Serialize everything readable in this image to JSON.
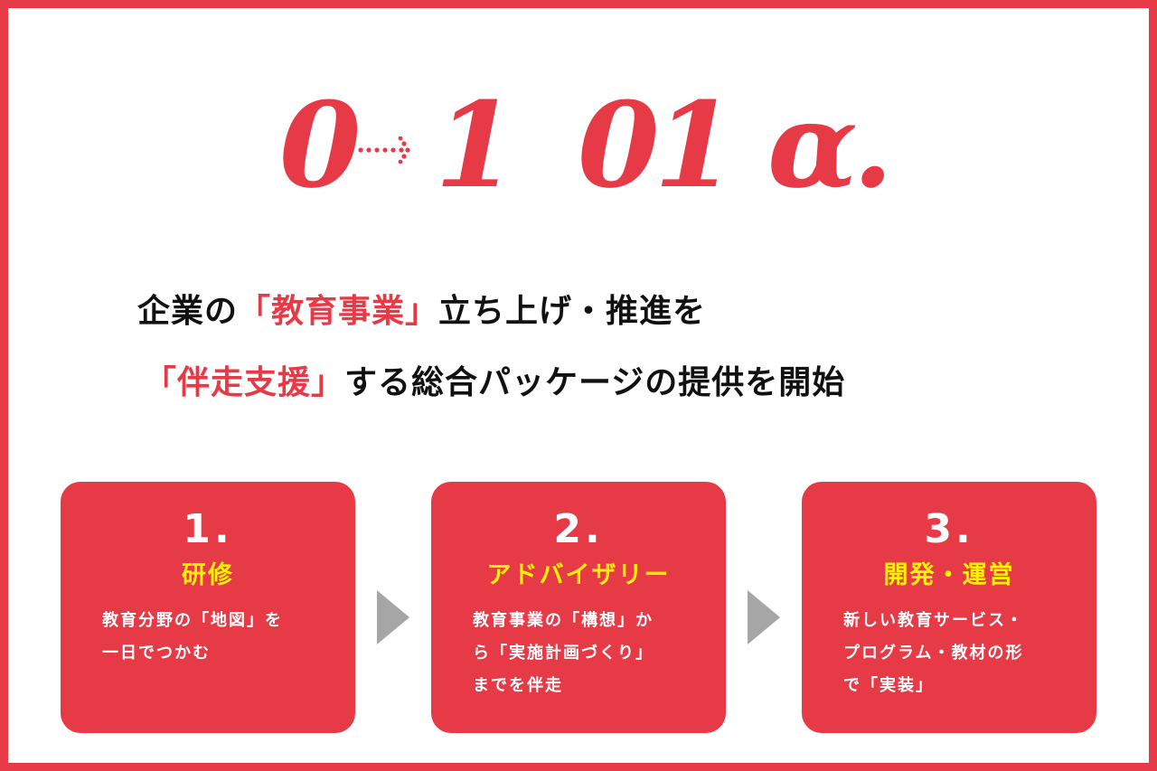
{
  "colors": {
    "brand_red": "#e63a47",
    "highlight_yellow": "#fff200",
    "text_black": "#111111",
    "arrow_gray": "#a6a6a6"
  },
  "logo": {
    "part1": "0",
    "arrow_icon": "dotted-arrow-right",
    "part2": "1",
    "part3": "01",
    "part4": "α."
  },
  "headline": {
    "line1": {
      "prefix": "企業の",
      "highlight": "「教育事業」",
      "suffix": "立ち上げ・推進を"
    },
    "line2": {
      "highlight": "「伴走支援」",
      "suffix": "する総合パッケージの提供を開始"
    }
  },
  "steps": [
    {
      "number": "1.",
      "title": "研修",
      "desc_lines": [
        "教育分野の「地図」を",
        "一日でつかむ"
      ]
    },
    {
      "number": "2.",
      "title": "アドバイザリー",
      "desc_lines": [
        "教育事業の「構想」か",
        "ら「実施計画づくり」",
        "までを伴走"
      ]
    },
    {
      "number": "3.",
      "title": "開発・運営",
      "desc_lines": [
        "新しい教育サービス・",
        "プログラム・教材の形",
        "で「実装」"
      ]
    }
  ]
}
